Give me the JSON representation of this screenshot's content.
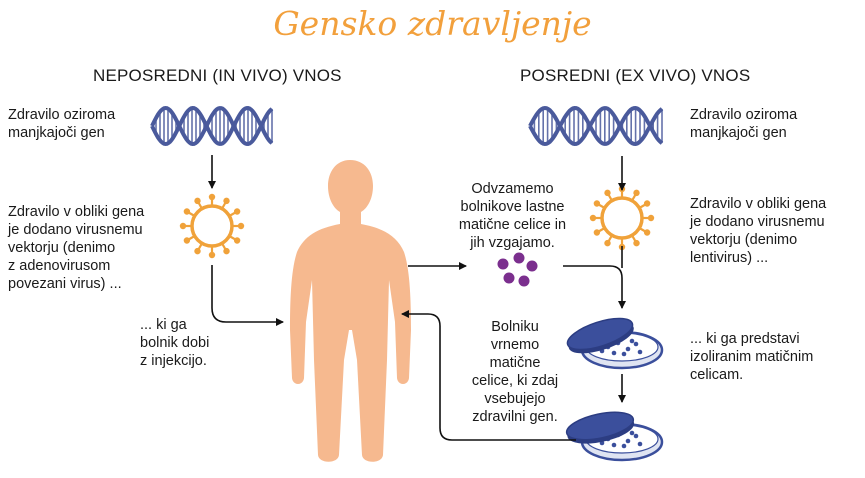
{
  "title": "Gensko zdravljenje",
  "left": {
    "heading": "NEPOSREDNI (IN VIVO) VNOS",
    "gene_text": "Zdravilo oziroma\nmanjkajoči gen",
    "vector_text": "Zdravilo v obliki gena\nje dodano virusnemu\nvektorju (denimo\nz adenovirusom\npovezani virus) ...",
    "injection_text": "... ki ga\nbolnik dobi\nz injekcijo."
  },
  "right": {
    "heading": "POSREDNI (EX VIVO) VNOS",
    "gene_text": "Zdravilo oziroma\nmanjkajoči gen",
    "vector_text": "Zdravilo v obliki gena\nje dodano virusnemu\nvektorju (denimo\nlentivirus) ...",
    "stemcell_text": "... ki ga predstavi\nizoliranim matičnim\ncelicam.",
    "harvest_text": "Odvzamemo\nbolnikove lastne\nmatične celice in\njih vzgajamo.",
    "return_text": "Bolniku\nvrnemo\nmatične\ncelice, ki zdaj\nvsebujejo\nzdravilni gen."
  },
  "colors": {
    "title": "#f2a03c",
    "dna": "#4a5a9c",
    "virus": "#f0a23a",
    "body": "#f6b98f",
    "cells": "#7b2f8e",
    "dish": "#3b4f9c"
  },
  "icons": {
    "dna": "dna-helix-icon",
    "virus": "virus-vector-icon",
    "body": "human-body-icon",
    "cells": "stem-cells-icon",
    "dish": "petri-dish-icon"
  }
}
